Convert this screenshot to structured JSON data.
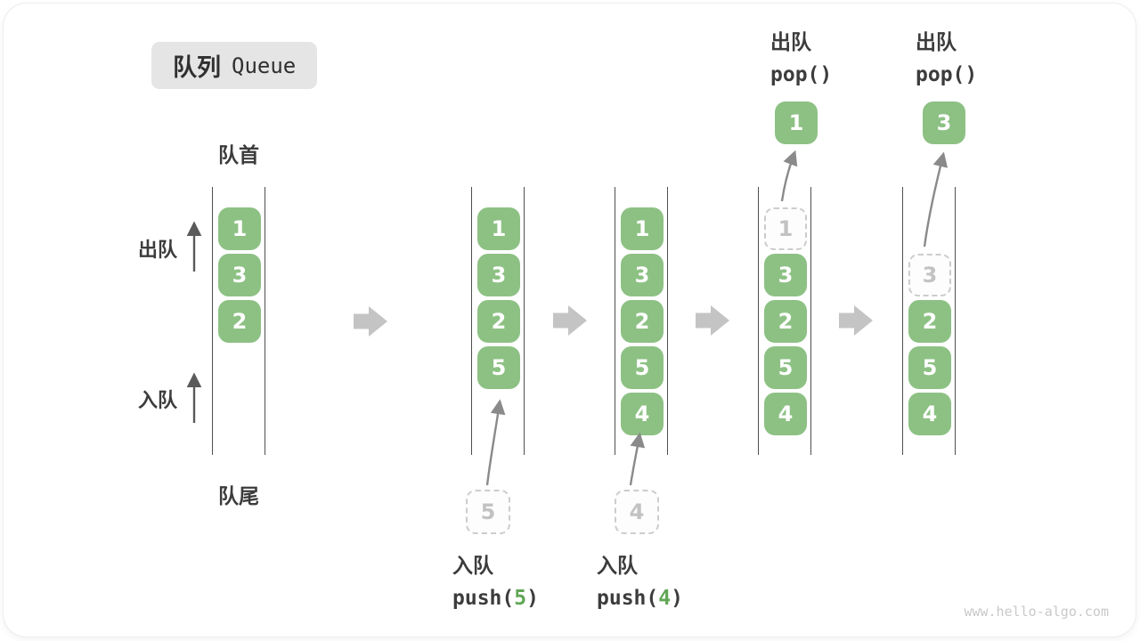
{
  "title": {
    "zh": "队列",
    "en": "Queue"
  },
  "labels": {
    "front": "队首",
    "rear": "队尾",
    "dequeue_side": "出队",
    "enqueue_side": "入队"
  },
  "watermark": "www.hello-algo.com",
  "colors": {
    "box_green": "#8dc184",
    "box_text": "#ffffff",
    "code_arg_green": "#61a656",
    "flow_arrow_gray": "#c4c4c4",
    "curve_arrow_gray": "#8a8a8a",
    "side_arrow_dark": "#5a5a5a",
    "column_line": "#4f4f4f",
    "text_dark": "#3c3c3c",
    "dashed_border": "#cccccc",
    "dashed_text": "#c2c2c2",
    "title_bg": "#e5e5e5",
    "watermark_gray": "#c9c9c9"
  },
  "states": [
    {
      "cells": [
        {
          "v": "1",
          "t": "solid"
        },
        {
          "v": "3",
          "t": "solid"
        },
        {
          "v": "2",
          "t": "solid"
        },
        {
          "v": "",
          "t": "empty"
        },
        {
          "v": "",
          "t": "empty"
        }
      ]
    },
    {
      "cells": [
        {
          "v": "1",
          "t": "solid"
        },
        {
          "v": "3",
          "t": "solid"
        },
        {
          "v": "2",
          "t": "solid"
        },
        {
          "v": "5",
          "t": "solid"
        },
        {
          "v": "",
          "t": "empty"
        }
      ],
      "staged": "5",
      "action_zh": "入队",
      "code_pre": "push(",
      "code_arg": "5",
      "code_post": ")"
    },
    {
      "cells": [
        {
          "v": "1",
          "t": "solid"
        },
        {
          "v": "3",
          "t": "solid"
        },
        {
          "v": "2",
          "t": "solid"
        },
        {
          "v": "5",
          "t": "solid"
        },
        {
          "v": "4",
          "t": "solid"
        }
      ],
      "staged": "4",
      "action_zh": "入队",
      "code_pre": "push(",
      "code_arg": "4",
      "code_post": ")"
    },
    {
      "cells": [
        {
          "v": "1",
          "t": "dashed"
        },
        {
          "v": "3",
          "t": "solid"
        },
        {
          "v": "2",
          "t": "solid"
        },
        {
          "v": "5",
          "t": "solid"
        },
        {
          "v": "4",
          "t": "solid"
        }
      ],
      "popped": "1",
      "action_zh": "出队",
      "action_code": "pop()"
    },
    {
      "cells": [
        {
          "v": "",
          "t": "empty"
        },
        {
          "v": "3",
          "t": "dashed"
        },
        {
          "v": "2",
          "t": "solid"
        },
        {
          "v": "5",
          "t": "solid"
        },
        {
          "v": "4",
          "t": "solid"
        }
      ],
      "popped": "3",
      "action_zh": "出队",
      "action_code": "pop()"
    }
  ]
}
